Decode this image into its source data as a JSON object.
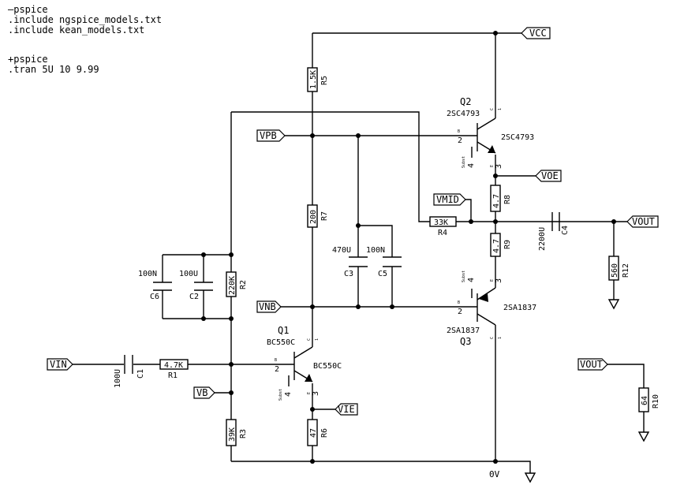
{
  "directives": {
    "line1": "—pspice",
    "line2": ".include ngspice_models.txt",
    "line3": ".include kean_models.txt",
    "line4": "+pspice",
    "line5": ".tran 5U 10 9.99"
  },
  "ports": {
    "vcc": "VCC",
    "vpb": "VPB",
    "voe": "VOE",
    "vmid": "VMID",
    "vout1": "VOUT",
    "vnb": "VNB",
    "vin": "VIN",
    "vb": "VB",
    "vie": "VIE",
    "vout2": "VOUT"
  },
  "ground_label": "0V",
  "resistors": {
    "r1": {
      "ref": "R1",
      "value": "4.7K"
    },
    "r2": {
      "ref": "R2",
      "value": "220K"
    },
    "r3": {
      "ref": "R3",
      "value": "39K"
    },
    "r4": {
      "ref": "R4",
      "value": "33K"
    },
    "r5": {
      "ref": "R5",
      "value": "1.5K"
    },
    "r6": {
      "ref": "R6",
      "value": "47"
    },
    "r7": {
      "ref": "R7",
      "value": "200"
    },
    "r8": {
      "ref": "R8",
      "value": "4.7"
    },
    "r9": {
      "ref": "R9",
      "value": "4.7"
    },
    "r10": {
      "ref": "R10",
      "value": "64"
    },
    "r12": {
      "ref": "R12",
      "value": "560"
    }
  },
  "capacitors": {
    "c1": {
      "ref": "C1",
      "value": "100U"
    },
    "c2": {
      "ref": "C2",
      "value": "100U"
    },
    "c3": {
      "ref": "C3",
      "value": "470U"
    },
    "c4": {
      "ref": "C4",
      "value": "2200U"
    },
    "c5": {
      "ref": "C5",
      "value": "100N"
    },
    "c6": {
      "ref": "C6",
      "value": "100N"
    }
  },
  "transistors": {
    "q1": {
      "ref": "Q1",
      "model": "BC550C",
      "model2": "BC550C"
    },
    "q2": {
      "ref": "Q2",
      "model": "2SC4793",
      "model2": "2SC4793"
    },
    "q3": {
      "ref": "Q3",
      "model": "2SA1837",
      "model2": "2SA1837"
    }
  },
  "pins": {
    "b": "B",
    "c": "C",
    "e": "E",
    "sub": "Subst",
    "n1": "1",
    "n2": "2",
    "n3": "3",
    "n4": "4"
  }
}
